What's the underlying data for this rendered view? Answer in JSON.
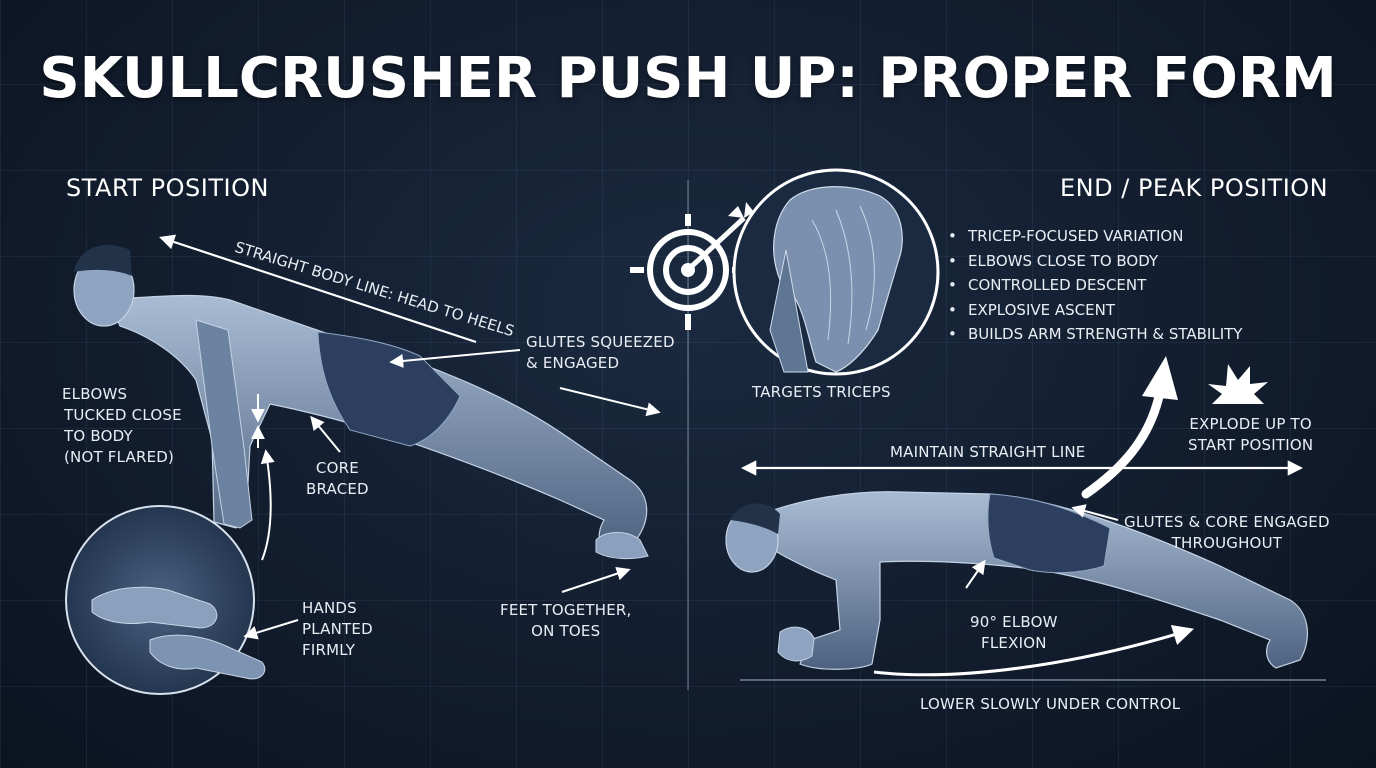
{
  "title": "SKULLCRUSHER PUSH UP: PROPER FORM",
  "start": {
    "heading": "START POSITION",
    "body_line": "STRAIGHT BODY LINE: HEAD TO HEELS",
    "glutes": [
      "GLUTES SQUEEZED",
      "& ENGAGED"
    ],
    "elbows": [
      "ELBOWS",
      "TUCKED CLOSE",
      "TO BODY",
      "(NOT FLARED)"
    ],
    "core": [
      "CORE",
      "BRACED"
    ],
    "hands": [
      "HANDS",
      "PLANTED",
      "FIRMLY"
    ],
    "feet": [
      "FEET TOGETHER,",
      "ON TOES"
    ]
  },
  "target": {
    "label": "TARGETS TRICEPS"
  },
  "end": {
    "heading": "END / PEAK POSITION",
    "bullets": [
      "TRICEP-FOCUSED VARIATION",
      "ELBOWS CLOSE TO BODY",
      "CONTROLLED DESCENT",
      "EXPLOSIVE ASCENT",
      "BUILDS ARM STRENGTH & STABILITY"
    ],
    "explode": [
      "EXPLODE UP TO",
      "START POSITION"
    ],
    "maintain": "MAINTAIN STRAIGHT LINE",
    "glutes_core": [
      "GLUTES & CORE ENGAGED",
      "THROUGHOUT"
    ],
    "elbow_flexion": [
      "90° ELBOW",
      "FLEXION"
    ],
    "lower": "LOWER SLOWLY UNDER CONTROL"
  },
  "colors": {
    "background": "#121d2e",
    "text": "#eef2f7",
    "figure": "#5d7391",
    "figure_light": "#9fb3cc",
    "shorts": "#2c3f5e"
  }
}
